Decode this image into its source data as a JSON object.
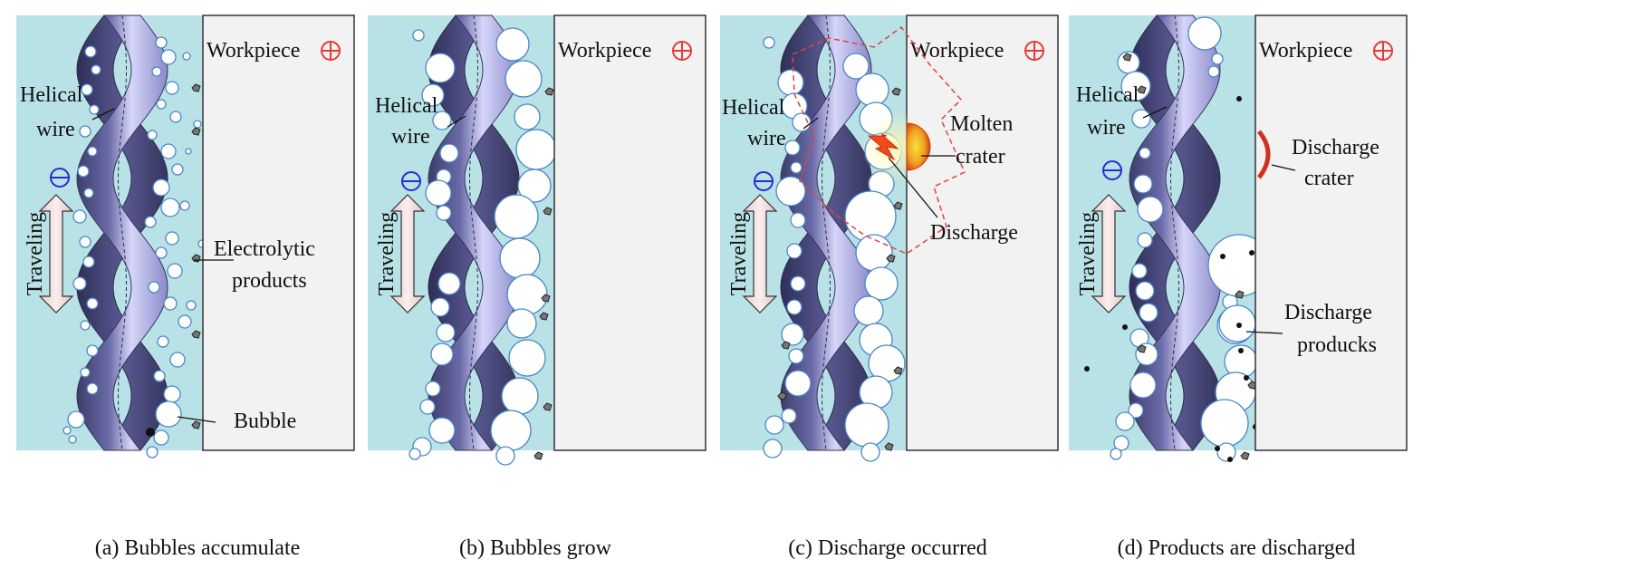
{
  "colors": {
    "electrolyte": "#b9e2e6",
    "workpiece": "#f2f2f2",
    "wire_light": "#c8c8f4",
    "wire_dark": "#4a4a7a",
    "bubble_edge": "#4a86c8",
    "anode_sign": "#e63a3a",
    "cathode_sign": "#2a2ad0",
    "discharge_line": "#e64040",
    "crater": "#d03020",
    "arrow_fill": "#f0dede"
  },
  "panels": [
    {
      "id": "a",
      "caption": "(a) Bubbles accumulate",
      "workpiece": "Workpiece",
      "wire_label": [
        "Helical",
        "wire"
      ],
      "traveling": "Traveling",
      "labels": [
        {
          "id": "electrolytic-products",
          "lines": [
            "Electrolytic",
            "products"
          ]
        },
        {
          "id": "bubble",
          "lines": [
            "Bubble"
          ]
        }
      ]
    },
    {
      "id": "b",
      "caption": "(b) Bubbles grow",
      "workpiece": "Workpiece",
      "wire_label": [
        "Helical",
        "wire"
      ],
      "traveling": "Traveling",
      "labels": []
    },
    {
      "id": "c",
      "caption": "(c) Discharge occurred",
      "workpiece": "Workpiece",
      "wire_label": [
        "Helical",
        "wire"
      ],
      "traveling": "Traveling",
      "labels": [
        {
          "id": "molten-crater",
          "lines": [
            "Molten",
            "crater"
          ]
        },
        {
          "id": "discharge",
          "lines": [
            "Discharge"
          ]
        }
      ]
    },
    {
      "id": "d",
      "caption": "(d) Products are discharged",
      "workpiece": "Workpiece",
      "wire_label": [
        "Helical",
        "wire"
      ],
      "traveling": "Traveling",
      "labels": [
        {
          "id": "discharge-crater",
          "lines": [
            "Discharge",
            "crater"
          ]
        },
        {
          "id": "discharge-products",
          "lines": [
            "Discharge",
            "producks"
          ]
        }
      ]
    }
  ]
}
